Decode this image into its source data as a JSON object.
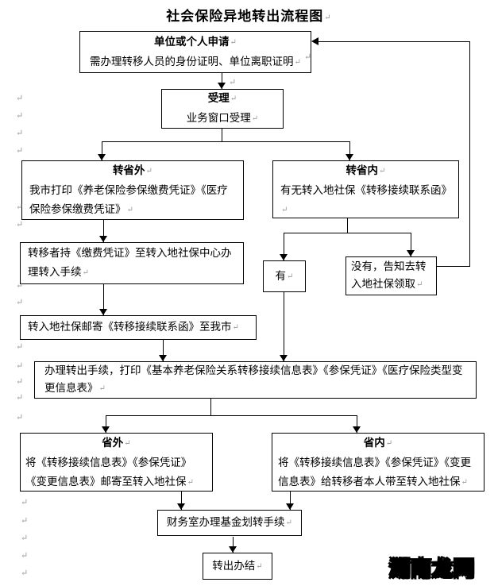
{
  "title": "社会保险异地转出流程图",
  "marks": {
    "return_glyph": "↵"
  },
  "boxes": {
    "apply": {
      "title": "单位或个人申请",
      "body": "需办理转移人员的身份证明、单位离职证明"
    },
    "accept": {
      "title": "受理",
      "body": "业务窗口受理"
    },
    "out_province": {
      "title": "转省外",
      "body": "我市打印《养老保险参保缴费凭证》《医疗保险参保缴费凭证》"
    },
    "in_province": {
      "title": "转省内",
      "body": "有无转入地社保《转移接续联系函》"
    },
    "holder_go": {
      "body": "转移者持《缴费凭证》至转入地社保中心办理转入手续"
    },
    "mail_letter": {
      "body": "转入地社保邮寄《转移接续联系函》至我市"
    },
    "yes": {
      "body": "有"
    },
    "no": {
      "body": "没有，告知去转入地社保领取"
    },
    "transfer_out": {
      "body": "办理转出手续，打印《基本养老保险关系转移接续信息表》《参保凭证》《医疗保险类型变更信息表》"
    },
    "outside": {
      "title": "省外",
      "body": "将《转移接续信息表》《参保凭证》《变更信息表》邮寄至转入地社保"
    },
    "inside": {
      "title": "省内",
      "body": "将《转移接续信息表》《参保凭证》《变更信息表》给转移者本人带至转入地社保"
    },
    "finance": {
      "body": "财务室办理基金划转手续"
    },
    "done": {
      "body": "转出办结"
    }
  },
  "watermark": {
    "part1": "湖南",
    "part2": "龙网",
    "part1_color": "#ED7D1F",
    "part2_color": "#FFFFFF",
    "outline_color": "#000000"
  }
}
